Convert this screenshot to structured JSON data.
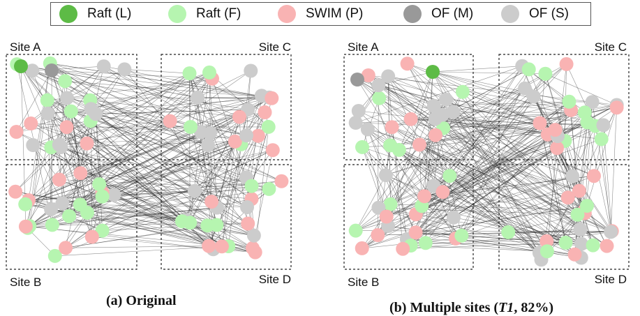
{
  "legend": [
    {
      "label": "Raft (L)",
      "color": "#5dbb46"
    },
    {
      "label": "Raft (F)",
      "color": "#b6f5b0"
    },
    {
      "label": "SWIM (P)",
      "color": "#f9b3b3"
    },
    {
      "label": "OF (M)",
      "color": "#999999"
    },
    {
      "label": "OF (S)",
      "color": "#cccccc"
    }
  ],
  "panels": [
    {
      "caption": "(a) Original",
      "sites": [
        "Site A",
        "Site B",
        "Site C",
        "Site D"
      ]
    },
    {
      "caption_prefix": "(b) Multiple sites (",
      "caption_italic": "T1",
      "caption_suffix": ",  82%)",
      "sites": [
        "Site A",
        "Site B",
        "Site C",
        "Site D"
      ]
    }
  ]
}
